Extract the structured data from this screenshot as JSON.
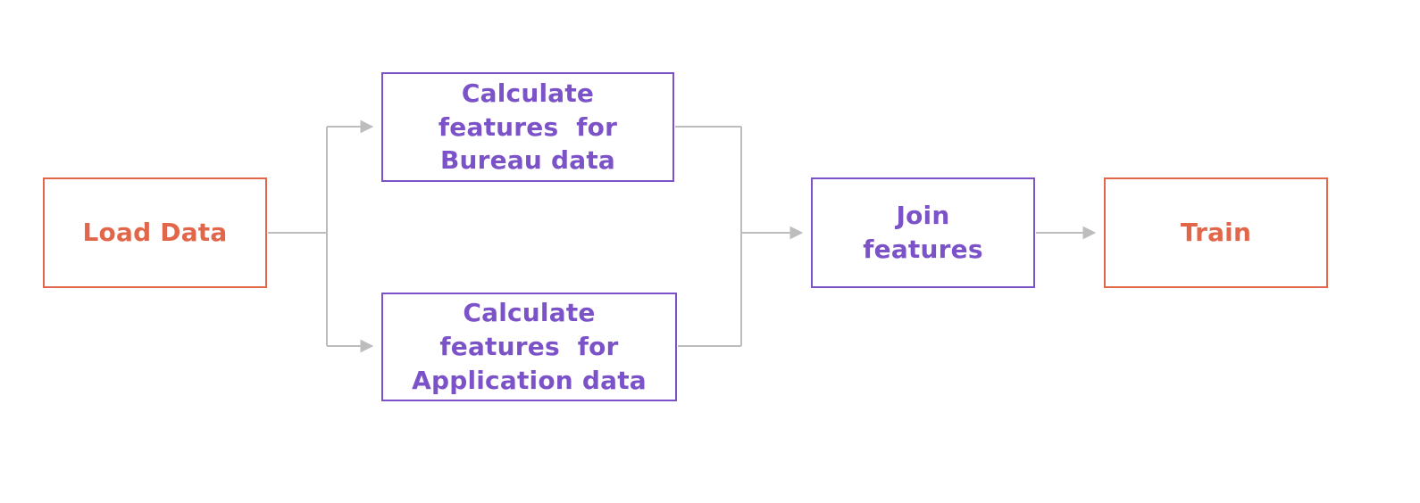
{
  "diagram": {
    "type": "flowchart",
    "nodes": {
      "load_data": {
        "label": "Load Data"
      },
      "calc_bureau": {
        "lines": [
          "Calculate",
          "features  for",
          "Bureau data"
        ]
      },
      "calc_application": {
        "lines": [
          "Calculate",
          "features  for",
          "Application data"
        ]
      },
      "join_features": {
        "lines": [
          "Join",
          "features"
        ]
      },
      "train": {
        "label": "Train"
      }
    },
    "edges": [
      {
        "from": "load_data",
        "to": "calc_bureau"
      },
      {
        "from": "load_data",
        "to": "calc_application"
      },
      {
        "from": "calc_bureau",
        "to": "join_features"
      },
      {
        "from": "calc_application",
        "to": "join_features"
      },
      {
        "from": "join_features",
        "to": "train"
      }
    ],
    "colors": {
      "orange": "#e2674a",
      "purple": "#7b52c7",
      "arrow": "#bdbdbd",
      "background": "#ffffff"
    }
  }
}
